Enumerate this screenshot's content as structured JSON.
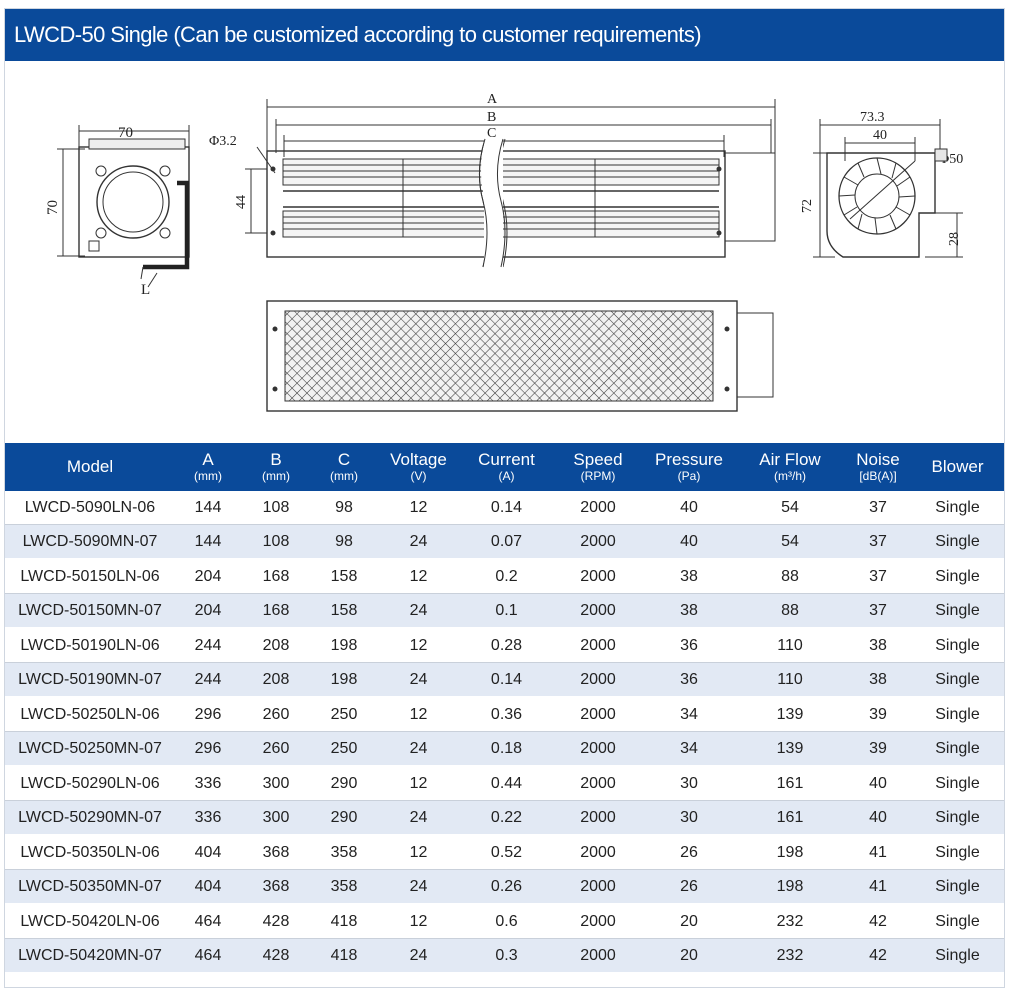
{
  "title": "LWCD-50 Single  (Can be customized according to customer requirements)",
  "dimensions": {
    "side_width": "70",
    "side_height": "70",
    "side_l": "L",
    "front_a": "A",
    "front_b": "B",
    "front_c": "C",
    "front_hole": "Φ3.2",
    "front_height": "44",
    "end_width": "73.3",
    "end_inner": "40",
    "end_dia": "Φ50",
    "end_height": "72",
    "end_outlet": "28"
  },
  "table": {
    "headers": [
      {
        "label": "Model",
        "unit": ""
      },
      {
        "label": "A",
        "unit": "(mm)"
      },
      {
        "label": "B",
        "unit": "(mm)"
      },
      {
        "label": "C",
        "unit": "(mm)"
      },
      {
        "label": "Voltage",
        "unit": "(V)"
      },
      {
        "label": "Current",
        "unit": "(A)"
      },
      {
        "label": "Speed",
        "unit": "(RPM)"
      },
      {
        "label": "Pressure",
        "unit": "(Pa)"
      },
      {
        "label": "Air Flow",
        "unit": "(m³/h)"
      },
      {
        "label": "Noise",
        "unit": "[dB(A)]"
      },
      {
        "label": "Blower",
        "unit": ""
      }
    ],
    "rows": [
      [
        "LWCD-5090LN-06",
        "144",
        "108",
        "98",
        "12",
        "0.14",
        "2000",
        "40",
        "54",
        "37",
        "Single"
      ],
      [
        "LWCD-5090MN-07",
        "144",
        "108",
        "98",
        "24",
        "0.07",
        "2000",
        "40",
        "54",
        "37",
        "Single"
      ],
      [
        "LWCD-50150LN-06",
        "204",
        "168",
        "158",
        "12",
        "0.2",
        "2000",
        "38",
        "88",
        "37",
        "Single"
      ],
      [
        "LWCD-50150MN-07",
        "204",
        "168",
        "158",
        "24",
        "0.1",
        "2000",
        "38",
        "88",
        "37",
        "Single"
      ],
      [
        "LWCD-50190LN-06",
        "244",
        "208",
        "198",
        "12",
        "0.28",
        "2000",
        "36",
        "110",
        "38",
        "Single"
      ],
      [
        "LWCD-50190MN-07",
        "244",
        "208",
        "198",
        "24",
        "0.14",
        "2000",
        "36",
        "110",
        "38",
        "Single"
      ],
      [
        "LWCD-50250LN-06",
        "296",
        "260",
        "250",
        "12",
        "0.36",
        "2000",
        "34",
        "139",
        "39",
        "Single"
      ],
      [
        "LWCD-50250MN-07",
        "296",
        "260",
        "250",
        "24",
        "0.18",
        "2000",
        "34",
        "139",
        "39",
        "Single"
      ],
      [
        "LWCD-50290LN-06",
        "336",
        "300",
        "290",
        "12",
        "0.44",
        "2000",
        "30",
        "161",
        "40",
        "Single"
      ],
      [
        "LWCD-50290MN-07",
        "336",
        "300",
        "290",
        "24",
        "0.22",
        "2000",
        "30",
        "161",
        "40",
        "Single"
      ],
      [
        "LWCD-50350LN-06",
        "404",
        "368",
        "358",
        "12",
        "0.52",
        "2000",
        "26",
        "198",
        "41",
        "Single"
      ],
      [
        "LWCD-50350MN-07",
        "404",
        "368",
        "358",
        "24",
        "0.26",
        "2000",
        "26",
        "198",
        "41",
        "Single"
      ],
      [
        "LWCD-50420LN-06",
        "464",
        "428",
        "418",
        "12",
        "0.6",
        "2000",
        "20",
        "232",
        "42",
        "Single"
      ],
      [
        "LWCD-50420MN-07",
        "464",
        "428",
        "418",
        "24",
        "0.3",
        "2000",
        "20",
        "232",
        "42",
        "Single"
      ]
    ]
  }
}
